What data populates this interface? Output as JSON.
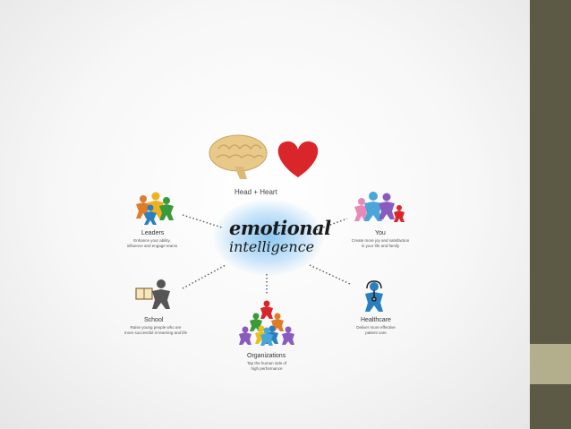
{
  "center": {
    "line1": "emotional",
    "line2": "intelligence"
  },
  "top": {
    "label": "Head + Heart"
  },
  "nodes": {
    "leaders": {
      "title": "Leaders",
      "desc": [
        "Enhance your ability,",
        "influence and engage teams"
      ]
    },
    "you": {
      "title": "You",
      "desc": [
        "Create more joy and satisfaction",
        "in your life and family"
      ]
    },
    "school": {
      "title": "School",
      "desc": [
        "Raise young people who are",
        "more successful in learning and life"
      ]
    },
    "healthcare": {
      "title": "Healthcare",
      "desc": [
        "Deliver more effective",
        "patient care"
      ]
    },
    "organizations": {
      "title": "Organizations",
      "desc": [
        "Tap the human side of",
        "high performance"
      ]
    }
  },
  "colors": {
    "sidebar_dark": "#5c5a45",
    "sidebar_accent": "#b3af8c",
    "heart": "#d9262b",
    "brain": "#e8c98a",
    "glow": "#8cc8f5"
  }
}
